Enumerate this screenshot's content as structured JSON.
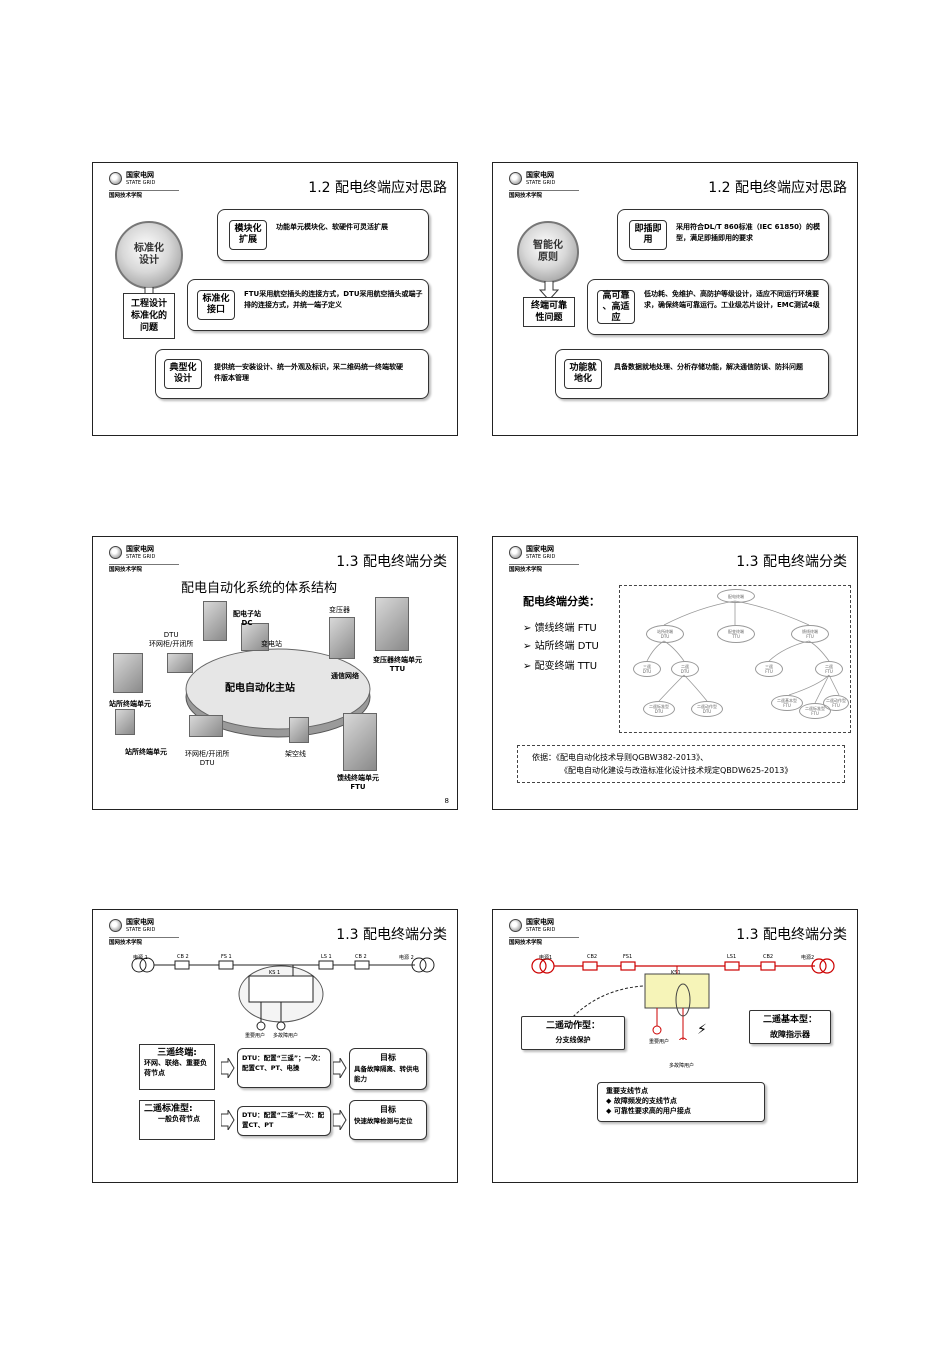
{
  "logo": {
    "cn": "国家电网",
    "en": "STATE GRID",
    "sub": "国网技术学院"
  },
  "slide1": {
    "title": "1.2 配电终端应对思路",
    "circle": "标准化\n设计",
    "left_box": "工程设计\n标准化的\n问题",
    "items": [
      {
        "key": "模块化\n扩展",
        "text": "功能单元模块化、软硬件可灵活扩展"
      },
      {
        "key": "标准化\n接口",
        "text": "FTU采用航空插头的连接方式，DTU采用航空插头或端子排的连接方式，并统一端子定义"
      },
      {
        "key": "典型化\n设计",
        "text": "提供统一安装设计、统一外观及标识，采二维码统一终端软硬件版本管理"
      }
    ]
  },
  "slide2": {
    "title": "1.2 配电终端应对思路",
    "circle": "智能化\n原则",
    "left_box": "终端可靠\n性问题",
    "items": [
      {
        "key": "即插即\n用",
        "text": "采用符合DL/T 860标准（IEC 61850）的模型，满足即插即用的要求"
      },
      {
        "key": "高可靠\n、高适\n应",
        "text": "低功耗、免维护、高防护等级设计，适应不同运行环境要求，确保终端可靠运行。工业级芯片设计，EMC测试4级"
      },
      {
        "key": "功能就\n地化",
        "text": "具备数据就地处理、分析存储功能，解决通信防误、防抖问题"
      }
    ]
  },
  "slide3": {
    "title": "1.3 配电终端分类",
    "heading": "配电自动化系统的体系结构",
    "center": "配电自动化主站",
    "labels": {
      "dc": "配电子站\nDC",
      "substation": "变电站",
      "transformer": "变压器",
      "ttu": "变压器终端单元\nTTU",
      "dtu_top": "DTU\n环网柜/开闭所",
      "comm": "通信网络",
      "station_unit1": "站所终端单元",
      "station_unit2": "站所终端单元",
      "dtu_bottom": "环网柜/开闭所\nDTU",
      "overhead": "架空线",
      "ftu": "馈线终端单元\nFTU"
    },
    "page": "8"
  },
  "slide4": {
    "title": "1.3 配电终端分类",
    "heading": "配电终端分类：",
    "bullets": [
      "馈线终端 FTU",
      "站所终端 DTU",
      "配变终端 TTU"
    ],
    "tree": {
      "root": "配电终端",
      "level1": [
        "站所终端\nDTU",
        "配变终端\nTTU",
        "馈线终端\nFTU"
      ],
      "level2": [
        "三遥\nDTU",
        "二遥\nDTU",
        "三遥\nFTU",
        "二遥\nFTU"
      ],
      "level3": [
        "二遥标准型\nDTU",
        "二遥动作型\nDTU",
        "二遥基本型\nFTU",
        "二遥标准型\nFTU",
        "二遥动作型\nFTU"
      ]
    },
    "basis_line1": "依据：《配电自动化技术导则QGBW382-2013》、",
    "basis_line2": "《配电自动化建设与改造标准化设计技术规定QBDW625-2013》"
  },
  "slide5": {
    "title": "1.3 配电终端分类",
    "line_labels": [
      "电源 1",
      "CB 2",
      "FS 1",
      "LS 1",
      "CB 2",
      "电源 2"
    ],
    "ks": "KS 1",
    "users": [
      "重要用户",
      "多故障用户"
    ],
    "row1": {
      "type": "三遥终端:",
      "desc": "环网、联络、重要负荷节点",
      "config": "DTU：配置“三遥”；一次：配置CT、PT、电操",
      "goal_title": "目标",
      "goal": "具备故障隔离、转供电能力"
    },
    "row2": {
      "type": "二遥标准型:",
      "desc": "一般负荷节点",
      "config": "DTU：配置“二遥”一次：配置CT、PT",
      "goal_title": "目标",
      "goal": "快速故障检测与定位"
    }
  },
  "slide6": {
    "title": "1.3 配电终端分类",
    "line_labels": [
      "电源1",
      "CB2",
      "FS1",
      "KS1",
      "LS1",
      "CB2",
      "电源2"
    ],
    "users": [
      "重要用户",
      "多故障用户"
    ],
    "left_callout_title": "二遥动作型：",
    "left_callout_sub": "分支线保护",
    "right_callout_title": "二遥基本型：",
    "right_callout_sub": "故障指示器",
    "info_title": "重要支线节点",
    "info_items": [
      "故障频发的支线节点",
      "可靠性要求高的用户接点"
    ]
  }
}
